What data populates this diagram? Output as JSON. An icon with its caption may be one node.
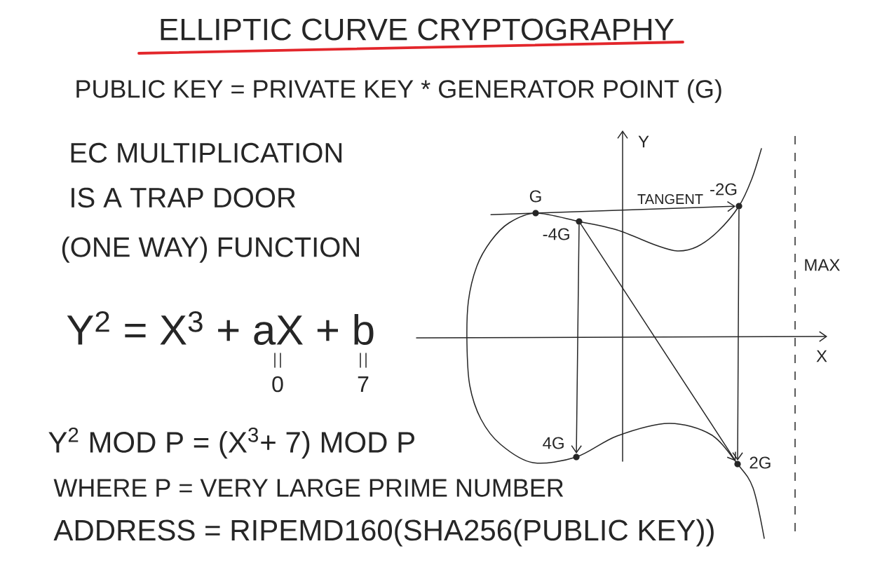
{
  "diagram": {
    "title": "ELLIPTIC CURVE CRYPTOGRAPHY",
    "nodes": [
      {
        "text": [],
        "shape": "dot",
        "beside": [
          "G"
        ]
      },
      {
        "text": [],
        "shape": "dot",
        "beside": [
          "-2G"
        ]
      },
      {
        "text": [],
        "shape": "dot",
        "beside": [
          "-4G"
        ]
      },
      {
        "text": [],
        "shape": "dot",
        "beside": [
          "4G"
        ]
      },
      {
        "text": [],
        "shape": "dot",
        "beside": [
          "2G"
        ]
      }
    ],
    "edges": [
      {
        "from": 0,
        "to": 1,
        "arrow": "to",
        "label": "TANGENT"
      },
      {
        "from": 1,
        "to": 4,
        "arrow": "to"
      },
      {
        "from": 2,
        "to": 3,
        "arrow": "to"
      },
      {
        "from": 2,
        "to": 4,
        "arrow": "to"
      }
    ],
    "labels": [
      "PUBLIC KEY = PRIVATE KEY * GENERATOR POINT (G)",
      "Y",
      "EC MULTIPLICATION",
      "IS A TRAP DOOR",
      "(ONE WAY) FUNCTION",
      "MAX",
      "Y$^{2}$ = X$^{3}$ + aX + b",
      "X",
      "0",
      "7",
      "Y$^{2}$ MOD P = (X$^{3}$+ 7) MOD P",
      "WHERE P = VERY LARGE PRIME NUMBER",
      "ADDRESS = RIPEMD160(SHA256(PUBLIC KEY))"
    ]
  }
}
